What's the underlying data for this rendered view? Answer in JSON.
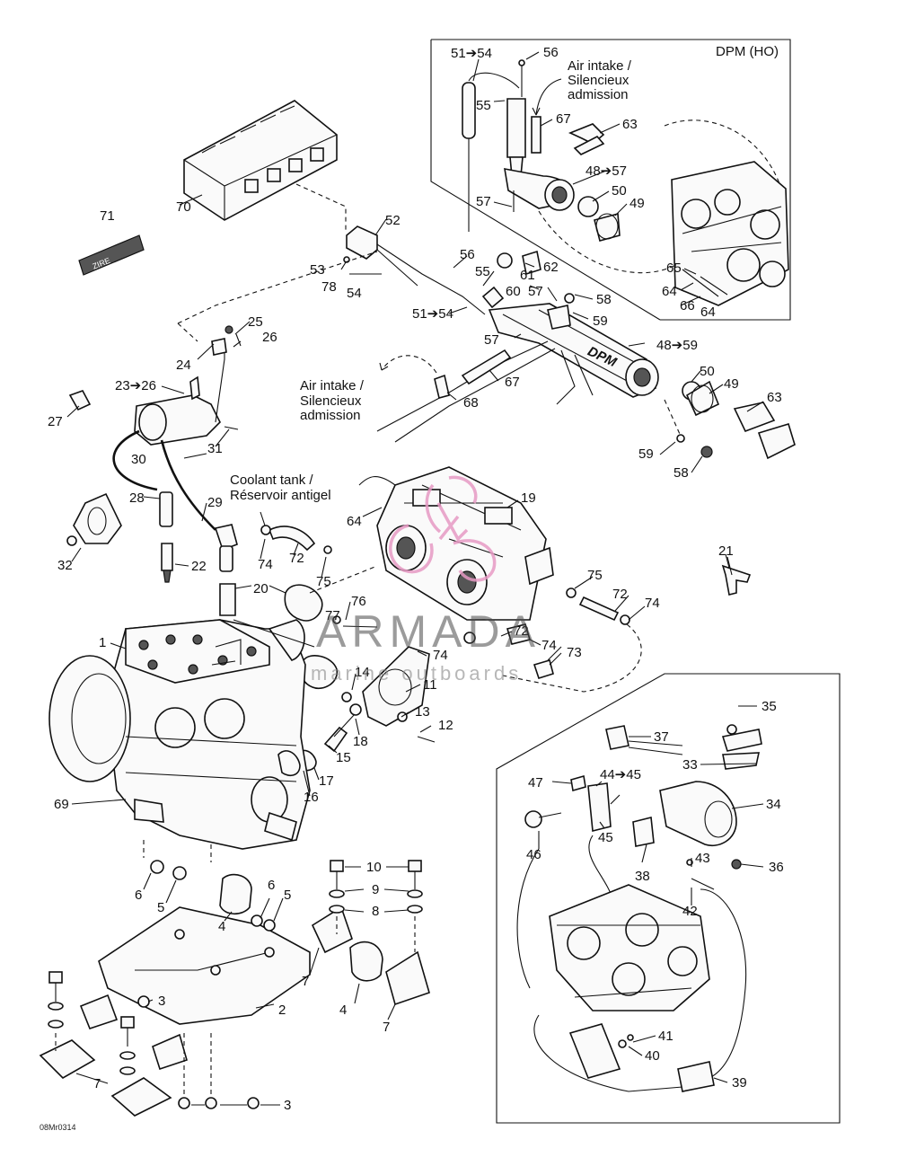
{
  "diagram": {
    "inset_top_title": "DPM (HO)",
    "figure_code": "08Mr0314",
    "notes": {
      "air_intake_top": [
        "Air intake /",
        "Silencieux",
        "admission"
      ],
      "air_intake_mid": [
        "Air intake /",
        "Silencieux",
        "admission"
      ],
      "coolant_tank": [
        "Coolant tank /",
        "Réservoir antigel"
      ]
    },
    "decal_text": "ZIRE",
    "dpm_mark": "DPM"
  },
  "watermark": {
    "brand": "ARMADA",
    "tagline": "marine outboards",
    "color": "#e79ac4"
  },
  "callouts": [
    {
      "id": "c51-54-top",
      "text": "51➔54"
    },
    {
      "id": "c56-top",
      "text": "56"
    },
    {
      "id": "c55-top",
      "text": "55"
    },
    {
      "id": "c67-top",
      "text": "67"
    },
    {
      "id": "c63-top",
      "text": "63"
    },
    {
      "id": "c48-57",
      "text": "48➔57"
    },
    {
      "id": "c50-top",
      "text": "50"
    },
    {
      "id": "c49-top",
      "text": "49"
    },
    {
      "id": "c57-top",
      "text": "57"
    },
    {
      "id": "c65",
      "text": "65"
    },
    {
      "id": "c64-a",
      "text": "64"
    },
    {
      "id": "c66",
      "text": "66"
    },
    {
      "id": "c64-b",
      "text": "64"
    },
    {
      "id": "c71",
      "text": "71"
    },
    {
      "id": "c70",
      "text": "70"
    },
    {
      "id": "c52",
      "text": "52"
    },
    {
      "id": "c53",
      "text": "53"
    },
    {
      "id": "c78",
      "text": "78"
    },
    {
      "id": "c54",
      "text": "54"
    },
    {
      "id": "c56-mid",
      "text": "56"
    },
    {
      "id": "c55-mid",
      "text": "55"
    },
    {
      "id": "c61",
      "text": "61"
    },
    {
      "id": "c62",
      "text": "62"
    },
    {
      "id": "c60",
      "text": "60"
    },
    {
      "id": "c57-mid",
      "text": "57"
    },
    {
      "id": "c58-mid",
      "text": "58"
    },
    {
      "id": "c51-54-mid",
      "text": "51➔54"
    },
    {
      "id": "c59-mid",
      "text": "59"
    },
    {
      "id": "c57-low",
      "text": "57"
    },
    {
      "id": "c48-59",
      "text": "48➔59"
    },
    {
      "id": "c25",
      "text": "25"
    },
    {
      "id": "c26",
      "text": "26"
    },
    {
      "id": "c24",
      "text": "24"
    },
    {
      "id": "c67-mid",
      "text": "67"
    },
    {
      "id": "c50-mid",
      "text": "50"
    },
    {
      "id": "c49-mid",
      "text": "49"
    },
    {
      "id": "c63-mid",
      "text": "63"
    },
    {
      "id": "c23-26",
      "text": "23➔26"
    },
    {
      "id": "c68",
      "text": "68"
    },
    {
      "id": "c27",
      "text": "27"
    },
    {
      "id": "c30",
      "text": "30"
    },
    {
      "id": "c31",
      "text": "31"
    },
    {
      "id": "c59-low",
      "text": "59"
    },
    {
      "id": "c58-low",
      "text": "58"
    },
    {
      "id": "c28",
      "text": "28"
    },
    {
      "id": "c29",
      "text": "29"
    },
    {
      "id": "c19",
      "text": "19"
    },
    {
      "id": "c64-c",
      "text": "64"
    },
    {
      "id": "c32",
      "text": "32"
    },
    {
      "id": "c74-a",
      "text": "74"
    },
    {
      "id": "c72-a",
      "text": "72"
    },
    {
      "id": "c75-a",
      "text": "75"
    },
    {
      "id": "c21",
      "text": "21"
    },
    {
      "id": "c22",
      "text": "22"
    },
    {
      "id": "c20",
      "text": "20"
    },
    {
      "id": "c75-b",
      "text": "75"
    },
    {
      "id": "c72-b",
      "text": "72"
    },
    {
      "id": "c74-b",
      "text": "74"
    },
    {
      "id": "c76",
      "text": "76"
    },
    {
      "id": "c77",
      "text": "77"
    },
    {
      "id": "c1",
      "text": "1"
    },
    {
      "id": "c74-c",
      "text": "74"
    },
    {
      "id": "c72-c",
      "text": "72"
    },
    {
      "id": "c74-d",
      "text": "74"
    },
    {
      "id": "c73",
      "text": "73"
    },
    {
      "id": "c14",
      "text": "14"
    },
    {
      "id": "c11",
      "text": "11"
    },
    {
      "id": "c35",
      "text": "35"
    },
    {
      "id": "c13",
      "text": "13"
    },
    {
      "id": "c12",
      "text": "12"
    },
    {
      "id": "c18",
      "text": "18"
    },
    {
      "id": "c15",
      "text": "15"
    },
    {
      "id": "c37",
      "text": "37"
    },
    {
      "id": "c33",
      "text": "33"
    },
    {
      "id": "c17",
      "text": "17"
    },
    {
      "id": "c16",
      "text": "16"
    },
    {
      "id": "c47",
      "text": "47"
    },
    {
      "id": "c44-45",
      "text": "44➔45"
    },
    {
      "id": "c34",
      "text": "34"
    },
    {
      "id": "c69",
      "text": "69"
    },
    {
      "id": "c46",
      "text": "46"
    },
    {
      "id": "c45",
      "text": "45"
    },
    {
      "id": "c43",
      "text": "43"
    },
    {
      "id": "c36",
      "text": "36"
    },
    {
      "id": "c38",
      "text": "38"
    },
    {
      "id": "c10",
      "text": "10"
    },
    {
      "id": "c9",
      "text": "9"
    },
    {
      "id": "c42",
      "text": "42"
    },
    {
      "id": "c6-a",
      "text": "6"
    },
    {
      "id": "c5-a",
      "text": "5"
    },
    {
      "id": "c6-b",
      "text": "6"
    },
    {
      "id": "c5-b",
      "text": "5"
    },
    {
      "id": "c8",
      "text": "8"
    },
    {
      "id": "c4-a",
      "text": "4"
    },
    {
      "id": "c7-a",
      "text": "7"
    },
    {
      "id": "c3-a",
      "text": "3"
    },
    {
      "id": "c4-b",
      "text": "4"
    },
    {
      "id": "c2",
      "text": "2"
    },
    {
      "id": "c7-b",
      "text": "7"
    },
    {
      "id": "c41",
      "text": "41"
    },
    {
      "id": "c40",
      "text": "40"
    },
    {
      "id": "c7-c",
      "text": "7"
    },
    {
      "id": "c39",
      "text": "39"
    },
    {
      "id": "c3-b",
      "text": "3"
    }
  ]
}
